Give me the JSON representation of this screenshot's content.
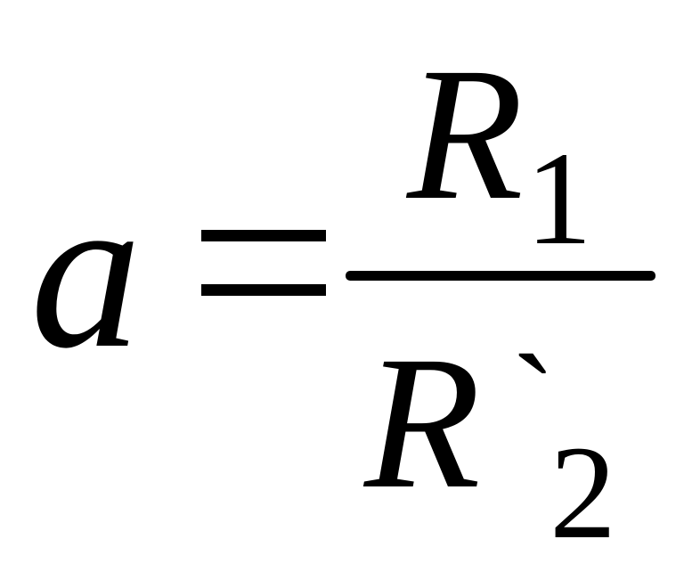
{
  "formula": {
    "lhs": "a",
    "equals": "=",
    "numerator": {
      "symbol": "R",
      "subscript": "1"
    },
    "denominator": {
      "symbol": "R",
      "mark": "`",
      "subscript": "2"
    }
  }
}
